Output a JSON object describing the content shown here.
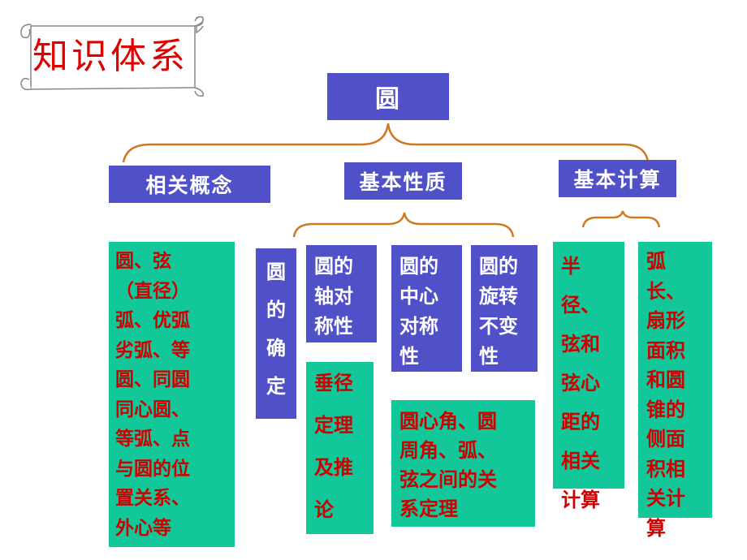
{
  "title": "知识体系",
  "root": "圆",
  "categories": {
    "related": "相关概念",
    "properties": "基本性质",
    "calculation": "基本计算"
  },
  "details": {
    "concepts": "圆、弦\n（直径）\n弧、优弧\n劣弧、等\n圆、同圆\n同心圆、\n等弧、点\n与圆的位\n置关系、\n外心等",
    "determination": "圆\n的\n确\n定",
    "axial_symmetry": "圆的\n轴对\n称性",
    "central_symmetry": "圆的\n中心\n对称\n性",
    "rotation_invariance": "圆的\n旋转\n不变\n性",
    "perpendicular_diameter": "垂径\n定理\n及推\n论",
    "angle_relations": "圆心角、圆\n周角、弧、\n弦之间的关\n系定理",
    "radius_chord": "半径、\n弦和\n弦心\n距的\n相关\n计算",
    "arc_sector": "弧长、\n扇形\n面积\n和圆\n锥的\n侧面\n积相\n关计\n算"
  },
  "colors": {
    "purple": "#5050c8",
    "green": "#12c89a",
    "red_text": "#d00000",
    "brace": "#d07820",
    "title_red": "#e00000"
  }
}
